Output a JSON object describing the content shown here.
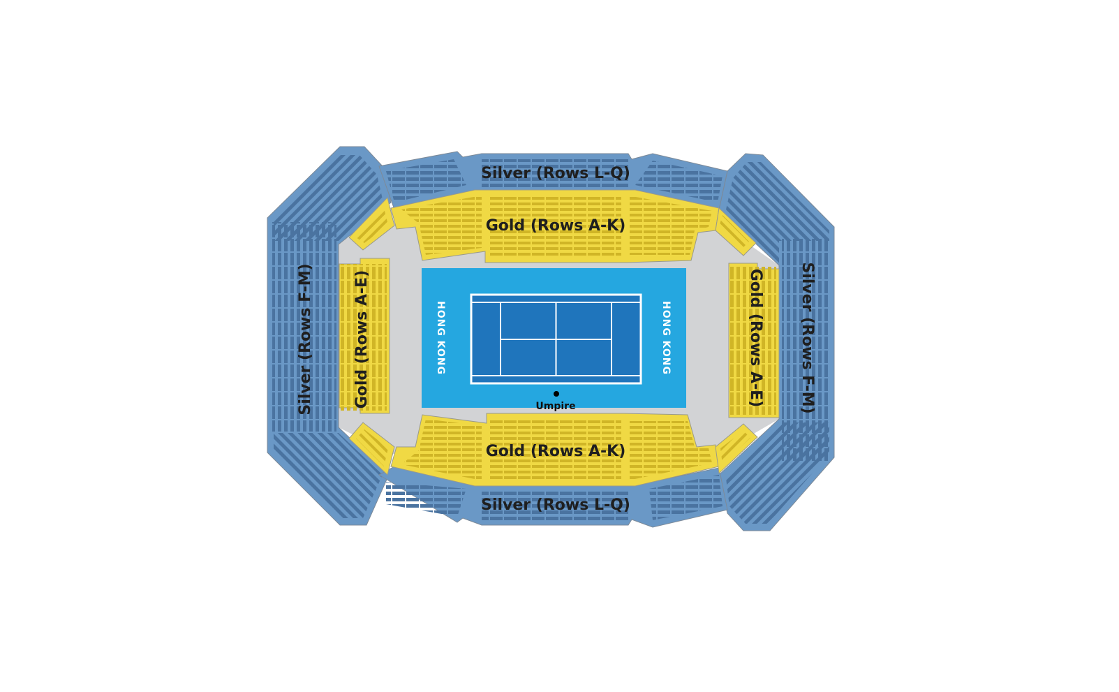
{
  "colors": {
    "silver": "#6a98c6",
    "silver_rows": "#4a73a0",
    "gold": "#f0d944",
    "gold_rows": "#d0b526",
    "floor": "#d2d3d5",
    "court_surround": "#25a7e0",
    "court": "#1f75bc"
  },
  "sections": {
    "silver_top": "Silver (Rows L-Q)",
    "gold_top": "Gold (Rows A-K)",
    "gold_bottom": "Gold (Rows A-K)",
    "silver_bottom": "Silver (Rows L-Q)",
    "silver_left": "Silver (Rows F-M)",
    "gold_left": "Gold (Rows A-E)",
    "gold_right": "Gold (Rows A-E)",
    "silver_right": "Silver (Rows F-M)"
  },
  "court": {
    "left_branding": "HONG KONG",
    "right_branding": "HONG KONG",
    "umpire_label": "Umpire"
  }
}
